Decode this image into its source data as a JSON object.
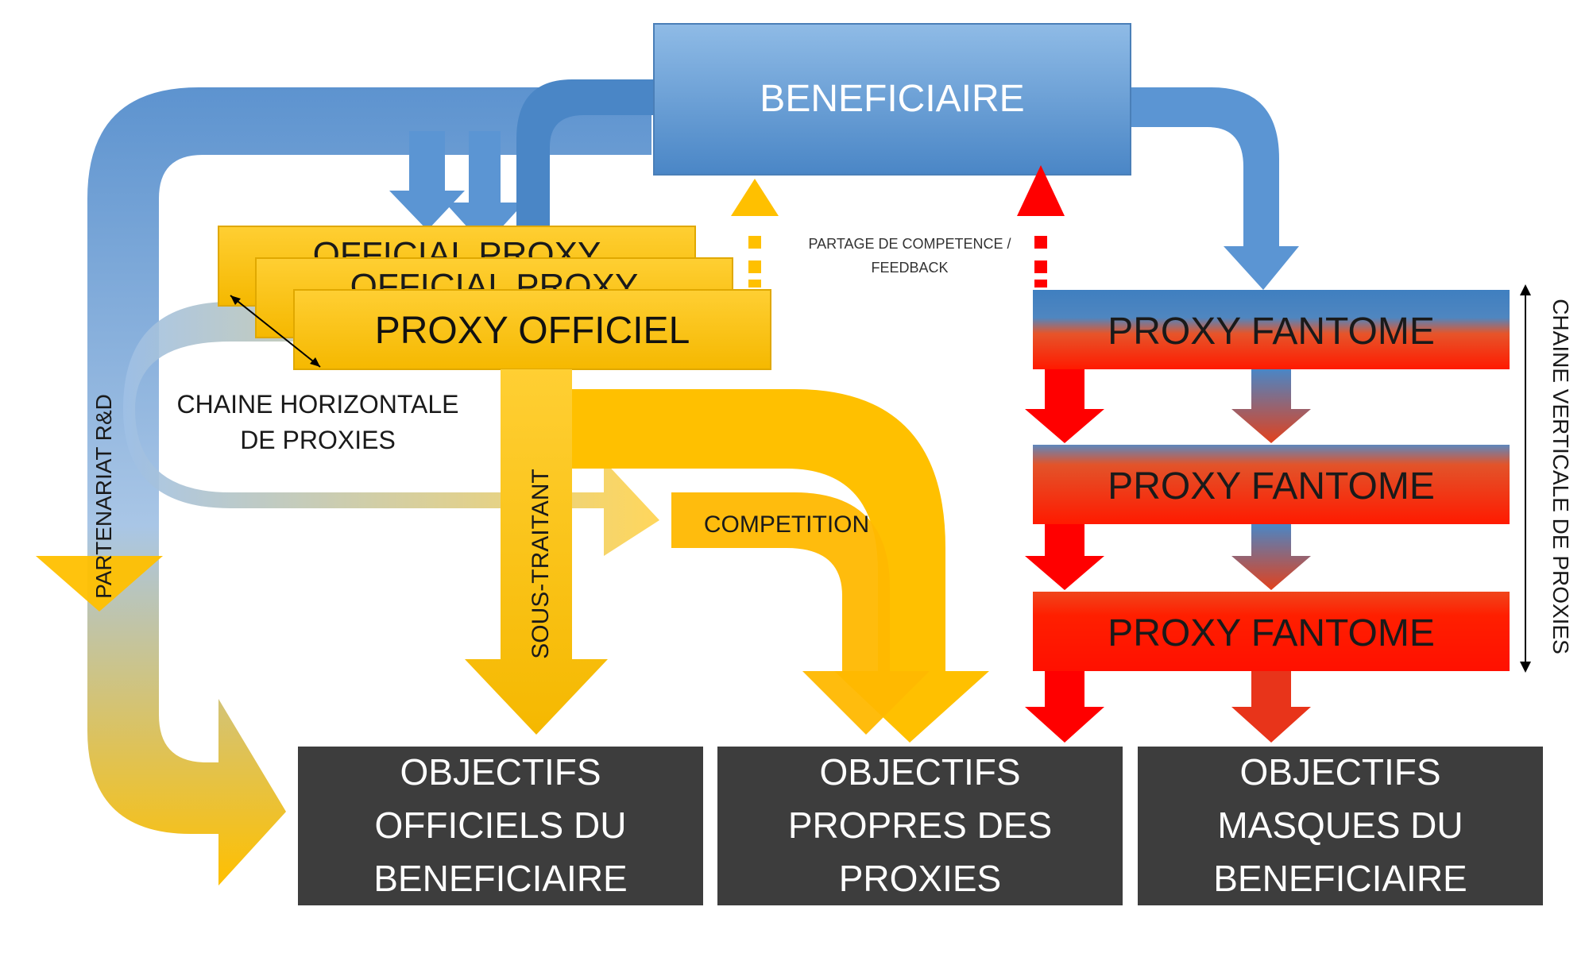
{
  "beneficiary": {
    "label": "BENEFICIAIRE"
  },
  "official_proxy": {
    "front_label": "PROXY OFFICIEL",
    "back_label_1": "OFFICIAL PROXY",
    "back_label_2": "OFFICIAL PROXY"
  },
  "ghost_proxies": [
    {
      "label": "PROXY FANTOME"
    },
    {
      "label": "PROXY FANTOME"
    },
    {
      "label": "PROXY FANTOME"
    }
  ],
  "objectives": [
    {
      "lines": [
        "OBJECTIFS",
        "OFFICIELS DU",
        "BENEFICIAIRE"
      ]
    },
    {
      "lines": [
        "OBJECTIFS",
        "PROPRES DES",
        "PROXIES"
      ]
    },
    {
      "lines": [
        "OBJECTIFS",
        "MASQUES DU",
        "BENEFICIAIRE"
      ]
    }
  ],
  "labels": {
    "horizontal_chain_1": "CHAINE HORIZONTALE",
    "horizontal_chain_2": "DE PROXIES",
    "partnership": "PARTENARIAT R&D",
    "subcontractor": "SOUS-TRAITANT",
    "competition": "COMPETITION",
    "feedback_1": "PARTAGE DE COMPETENCE /",
    "feedback_2": "FEEDBACK",
    "vertical_chain": "CHAINE VERTICALE DE PROXIES"
  },
  "colors": {
    "blue_top": "#8fbbe6",
    "blue_bottom": "#4a86c6",
    "yellow": "#ffc000",
    "red": "#ff0000",
    "dark": "#3d3d3d"
  }
}
